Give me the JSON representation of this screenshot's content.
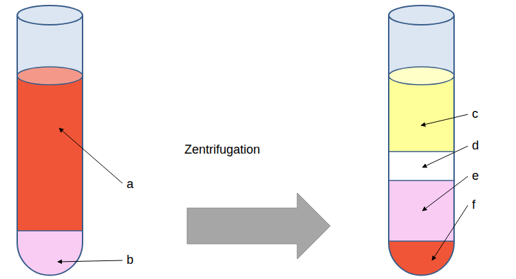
{
  "diagram": {
    "labels": [
      "a",
      "b",
      "Zentrifugation",
      "c",
      "d",
      "e",
      "f"
    ]
  }
}
